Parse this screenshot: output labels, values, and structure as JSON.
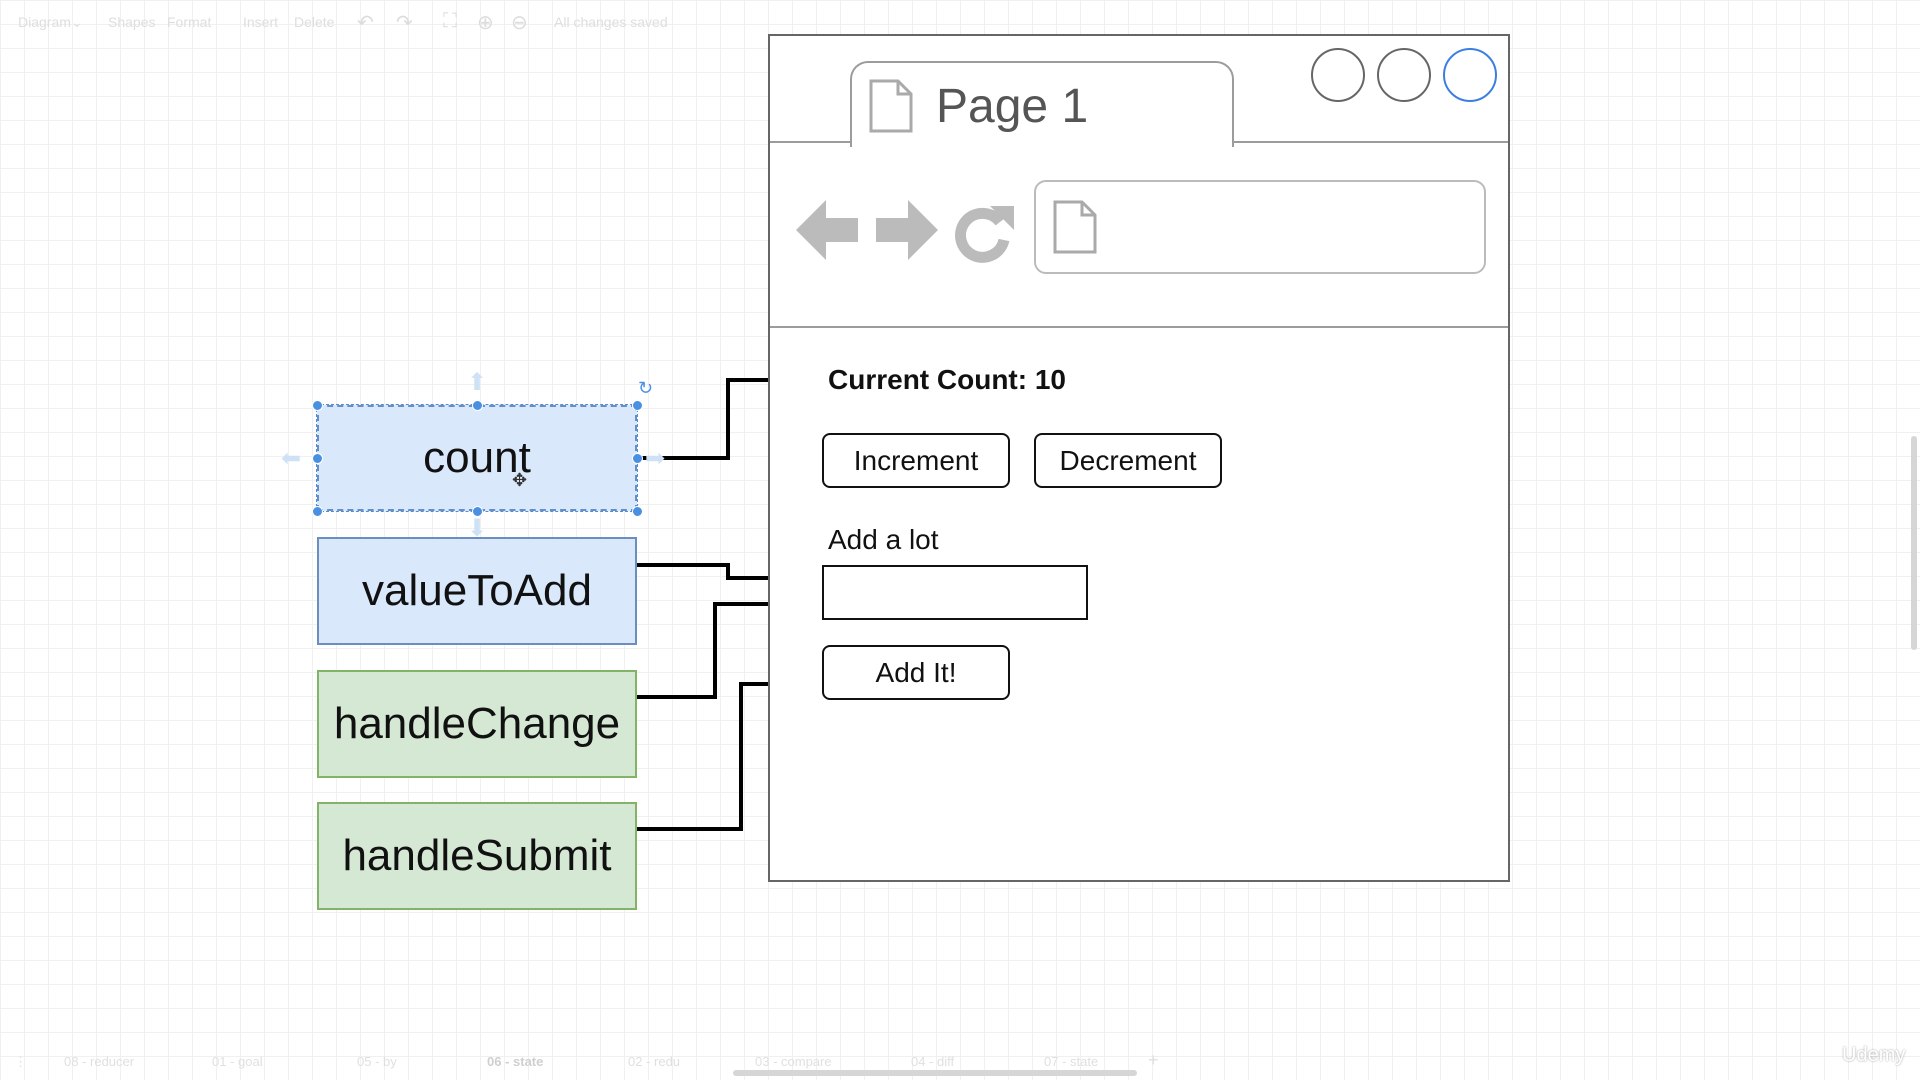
{
  "toolbar": {
    "diagram": "Diagram",
    "shapes": "Shapes",
    "format": "Format",
    "insert": "Insert",
    "delete": "Delete",
    "status": "All changes saved"
  },
  "shapes": {
    "count": "count",
    "value_to_add": "valueToAdd",
    "handle_change": "handleChange",
    "handle_submit": "handleSubmit"
  },
  "browser": {
    "tab_title": "Page 1",
    "current_count": "Current Count: 10",
    "increment": "Increment",
    "decrement": "Decrement",
    "add_label": "Add a lot",
    "add_button": "Add It!"
  },
  "page_tabs": [
    "08 - reducer",
    "01 - goal",
    "05 - by",
    "06 - state",
    "02 - redu",
    "03 - compare",
    "04 - diff",
    "07 - state"
  ],
  "watermark": "Udemy",
  "colors": {
    "state_fill": "#dae8fc",
    "state_stroke": "#6c8ebf",
    "handler_fill": "#d5e8d4",
    "handler_stroke": "#82b366",
    "selection": "#4a90e2",
    "active_window_button": "#3d7fe0"
  },
  "icons": [
    "page-icon",
    "back-arrow-icon",
    "forward-arrow-icon",
    "reload-icon",
    "undo-icon",
    "redo-icon",
    "fullscreen-icon",
    "zoom-in-icon",
    "zoom-out-icon",
    "add-page-icon"
  ]
}
